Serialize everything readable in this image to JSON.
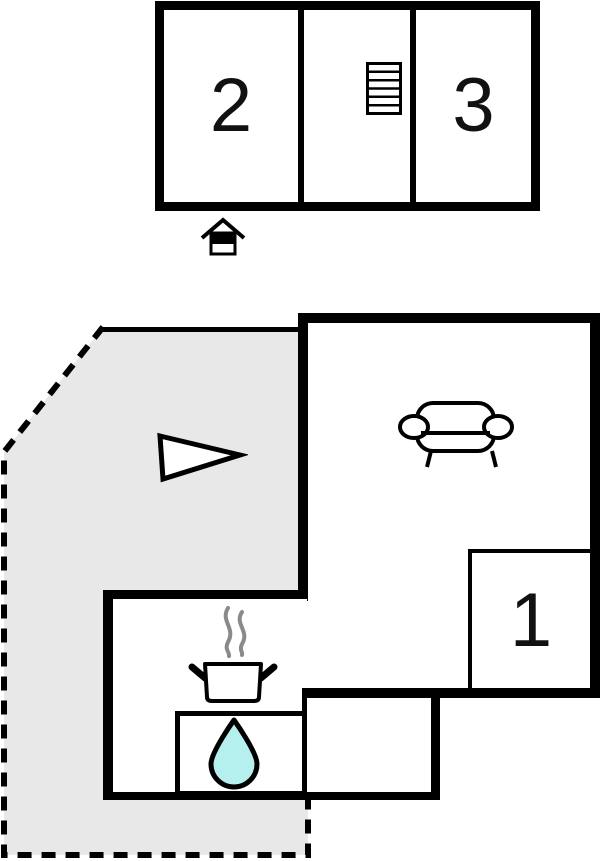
{
  "upper_floor": {
    "room_left_label": "2",
    "room_right_label": "3",
    "stairs_icon": "stairs",
    "entrance_icon": "house-entrance"
  },
  "lower_floor": {
    "room_label": "1",
    "sofa_icon": "sofa",
    "stove_icon": "pot-with-steam",
    "sink_icon": "water-drop",
    "arrow_icon": "direction-arrow-right"
  },
  "colors": {
    "wall": "#000000",
    "terrace_fill": "#e8e8e8",
    "water_drop_fill": "#b5f0ee",
    "steam_stroke": "#8a8a8a",
    "background": "#ffffff"
  }
}
